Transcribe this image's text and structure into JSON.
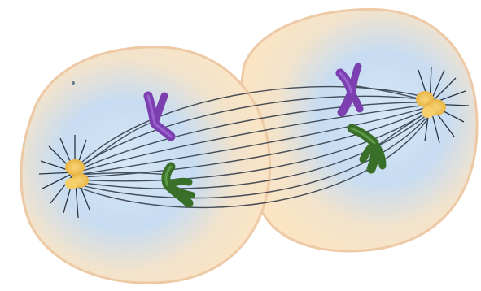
{
  "figure": {
    "subject": "cell-division-anaphase",
    "colors": {
      "background": "#ffffff",
      "membrane": "#f0c9a0",
      "cytoplasm_outer": "#fbe3c2",
      "cytoplasm_inner": "#c9def4",
      "centrosome": "#f2c24e",
      "spindle": "#2a3440",
      "chromosome_purple": "#7b3fb0",
      "chromosome_green": "#3a6f2a"
    },
    "icons": [
      "centrosome-left",
      "centrosome-right",
      "spindle-fibers",
      "chromatid-purple",
      "chromatid-green"
    ]
  }
}
